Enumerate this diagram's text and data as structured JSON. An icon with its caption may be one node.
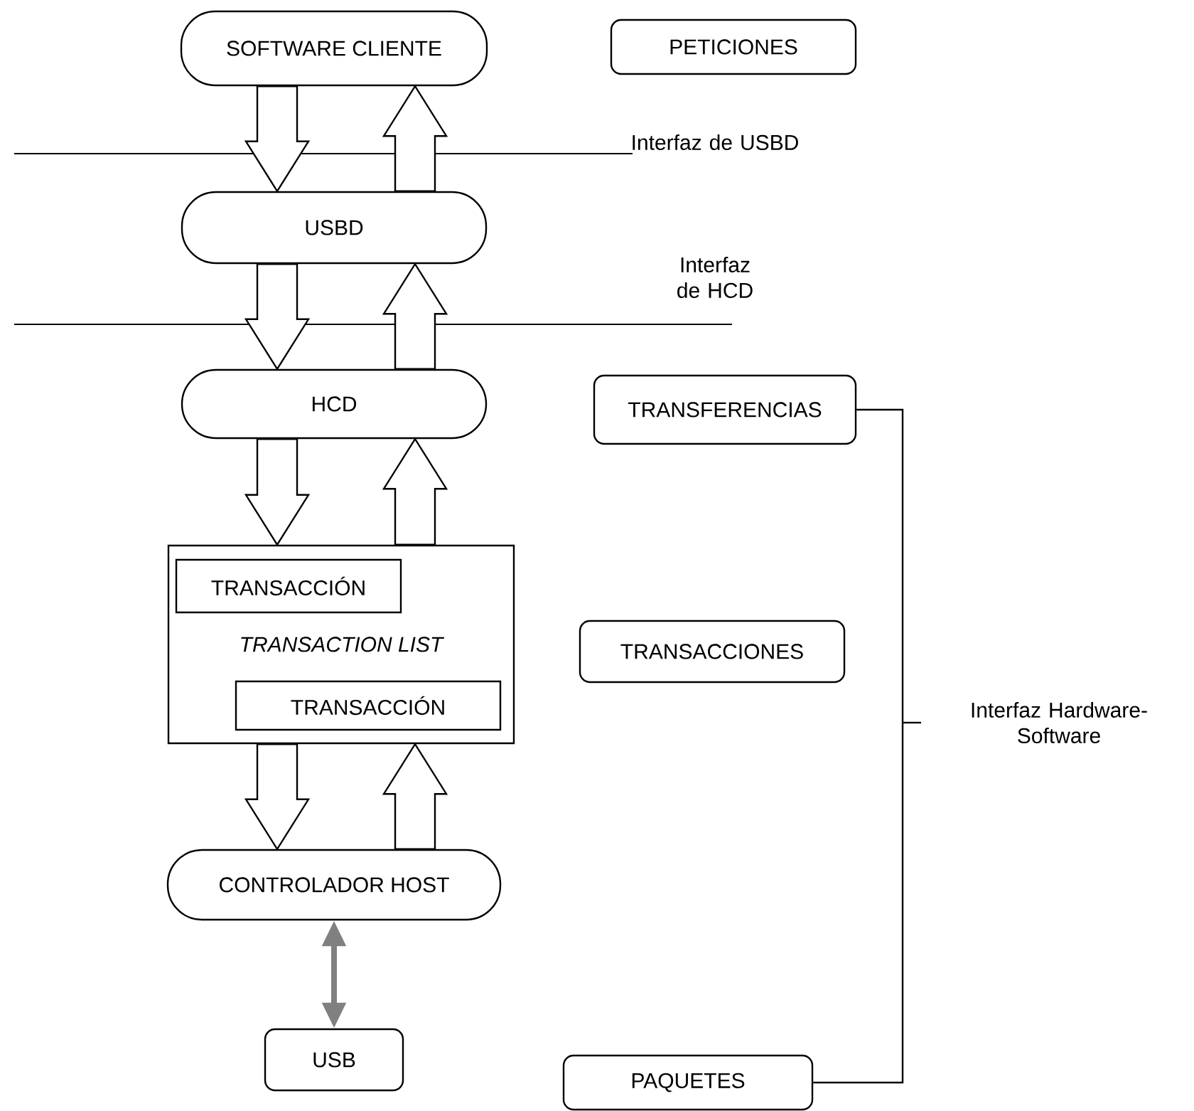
{
  "diagram": {
    "nodes": [
      {
        "text": [
          "SOFTWARE CLIENTE"
        ]
      },
      {
        "text": [
          "PETICIONES"
        ]
      },
      {
        "text": [
          "USBD"
        ]
      },
      {
        "text": [
          "HCD"
        ]
      },
      {
        "text": [
          "TRANSFERENCIAS"
        ]
      },
      {
        "text": [
          "TRANSACTION LIST"
        ]
      },
      {
        "text": [
          "TRANSACCIÓN"
        ],
        "in": 5
      },
      {
        "text": [
          "TRANSACCIÓN"
        ],
        "in": 5
      },
      {
        "text": [
          "TRANSACCIONES"
        ]
      },
      {
        "text": [
          "CONTROLADOR HOST"
        ]
      },
      {
        "text": [
          "USB"
        ]
      },
      {
        "text": [
          "PAQUETES"
        ]
      }
    ],
    "edges": [
      {
        "from": 0,
        "to": 2,
        "arrow": "to"
      },
      {
        "from": 2,
        "to": 0,
        "arrow": "to"
      },
      {
        "from": 2,
        "to": 3,
        "arrow": "to"
      },
      {
        "from": 3,
        "to": 2,
        "arrow": "to"
      },
      {
        "from": 3,
        "to": 5,
        "arrow": "to"
      },
      {
        "from": 5,
        "to": 3,
        "arrow": "to"
      },
      {
        "from": 5,
        "to": 9,
        "arrow": "to"
      },
      {
        "from": 9,
        "to": 5,
        "arrow": "to"
      },
      {
        "from": 9,
        "to": 10,
        "arrow": "both",
        "style": "thick",
        "color": "#808080"
      },
      {
        "from": 4,
        "to": 11,
        "arrow": "none",
        "color": "#000000"
      }
    ],
    "labels": [
      "Interfaz de USBD",
      "Interfaz de HCD",
      "Interfaz Hardware-Software"
    ]
  }
}
